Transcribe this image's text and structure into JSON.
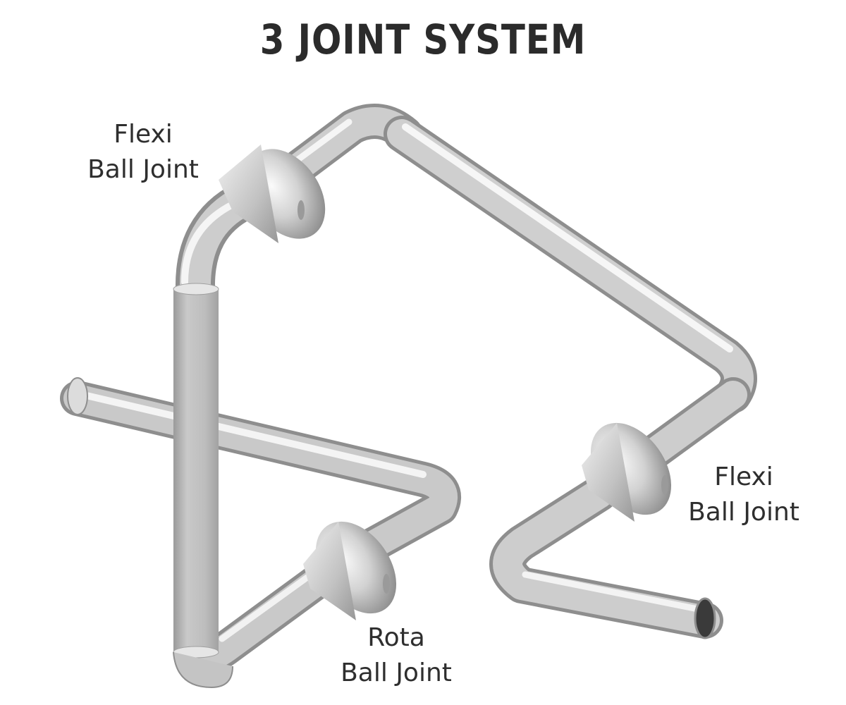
{
  "title": "3 JOINT SYSTEM",
  "labels": {
    "top_left": {
      "line1": "Flexi",
      "line2": "Ball Joint"
    },
    "right": {
      "line1": "Flexi",
      "line2": "Ball Joint"
    },
    "bottom": {
      "line1": "Rota",
      "line2": "Ball Joint"
    }
  },
  "colors": {
    "text": "#2e2e2e",
    "title": "#2b2b2b",
    "pipe_light": "#f4f4f4",
    "pipe_mid": "#c4c4c4",
    "pipe_dark": "#8c8c8c",
    "vertical_pipe": "#bdbdbd"
  }
}
